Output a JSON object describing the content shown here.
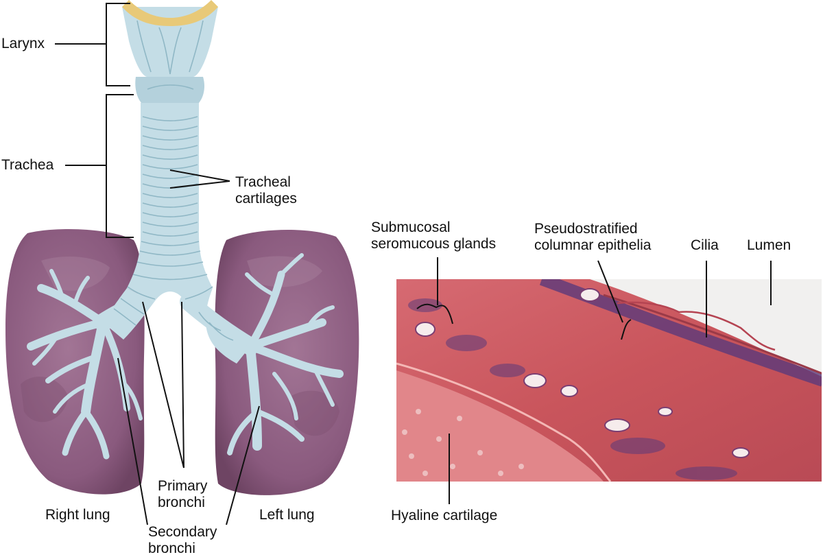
{
  "left_diagram": {
    "labels": {
      "larynx": "Larynx",
      "trachea": "Trachea",
      "tracheal_cartilages": [
        "Tracheal",
        "cartilages"
      ],
      "primary_bronchi": [
        "Primary",
        "bronchi"
      ],
      "secondary_bronchi": [
        "Secondary",
        "bronchi"
      ],
      "right_lung": "Right lung",
      "left_lung": "Left lung"
    }
  },
  "micrograph": {
    "labels": {
      "submucosal_glands": [
        "Submucosal",
        "seromucous glands"
      ],
      "pseudostratified": [
        "Pseudostratified",
        "columnar epithelia"
      ],
      "cilia": "Cilia",
      "lumen": "Lumen",
      "hyaline_cartilage": "Hyaline cartilage"
    }
  },
  "colors": {
    "lung": "#8a5a7e",
    "airway": "#c4dde6",
    "thyroid_cartilage": "#e8c978",
    "tissue": "#c9555c",
    "cartilage_tissue": "#e1868a",
    "lumen_bg": "#f1f0ef"
  }
}
